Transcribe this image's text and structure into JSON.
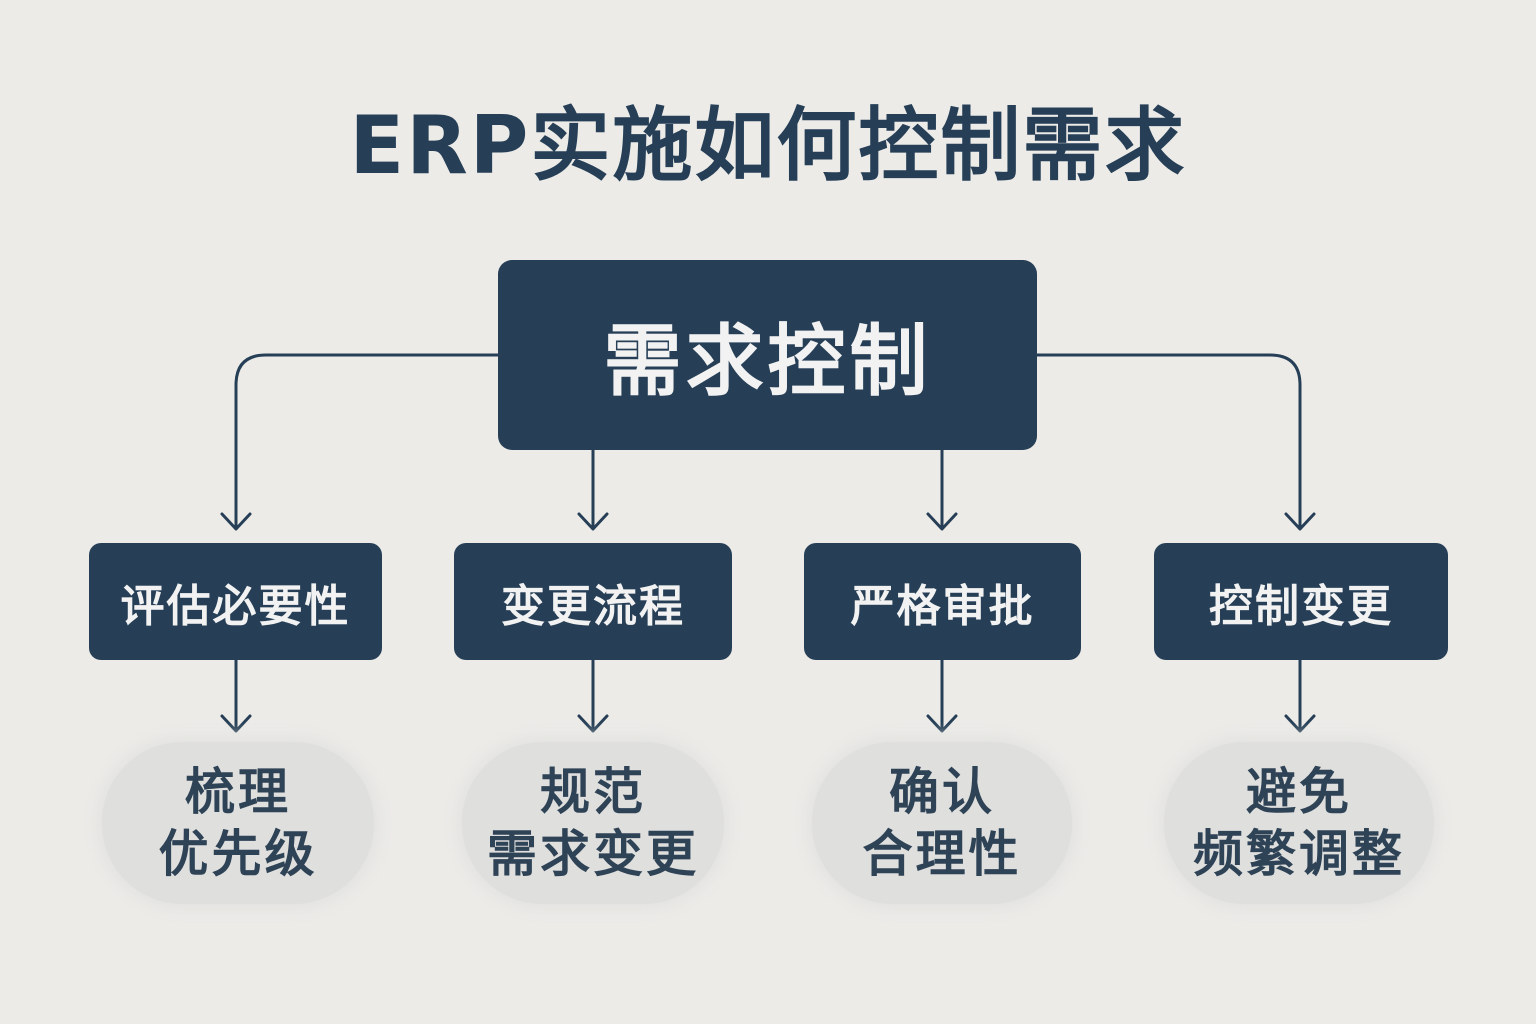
{
  "title": "ERP实施如何控制需求",
  "colors": {
    "background": "#ecebe8",
    "node_fill": "#263f56",
    "node_text": "#f2f2f2",
    "leaf_fill": "#dfdfdd",
    "leaf_text": "#2f4357",
    "connector": "#263f56"
  },
  "root": {
    "label": "需求控制"
  },
  "branches": [
    {
      "label": "评估必要性",
      "result": {
        "line1": "梳理",
        "line2": "优先级"
      }
    },
    {
      "label": "变更流程",
      "result": {
        "line1": "规范",
        "line2": "需求变更"
      }
    },
    {
      "label": "严格审批",
      "result": {
        "line1": "确认",
        "line2": "合理性"
      }
    },
    {
      "label": "控制变更",
      "result": {
        "line1": "避免",
        "line2": "频繁调整"
      }
    }
  ]
}
